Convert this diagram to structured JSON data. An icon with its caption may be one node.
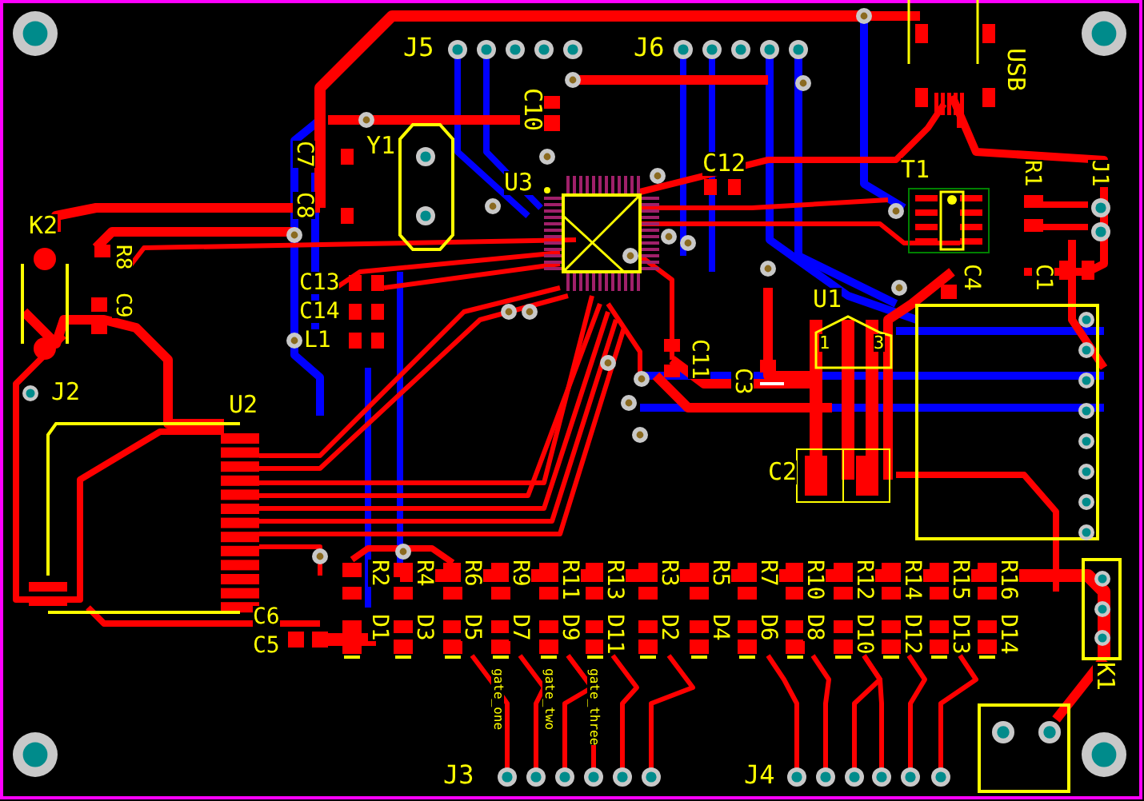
{
  "diagram": {
    "labels": [
      "J5",
      "J6",
      "USB",
      "C10",
      "Y1",
      "C7",
      "C8",
      "U3",
      "C12",
      "T1",
      "R1",
      "J1",
      "K2",
      "R8",
      "C9",
      "C13",
      "C14",
      "L1",
      "U1",
      "C4",
      "C1",
      "C11",
      "1",
      "3",
      "J2",
      "U2",
      "C3",
      "C2",
      "C6",
      "C5",
      "R2",
      "R4",
      "R6",
      "R9",
      "R11",
      "R13",
      "R3",
      "R5",
      "R7",
      "R10",
      "R12",
      "R14",
      "R15",
      "R16",
      "D1",
      "D3",
      "D5",
      "D7",
      "D9",
      "D11",
      "D2",
      "D4",
      "D6",
      "D8",
      "D10",
      "D12",
      "D13",
      "D14",
      "gate_one",
      "gate_two",
      "gate_three",
      "K1",
      "J3",
      "J4"
    ]
  }
}
